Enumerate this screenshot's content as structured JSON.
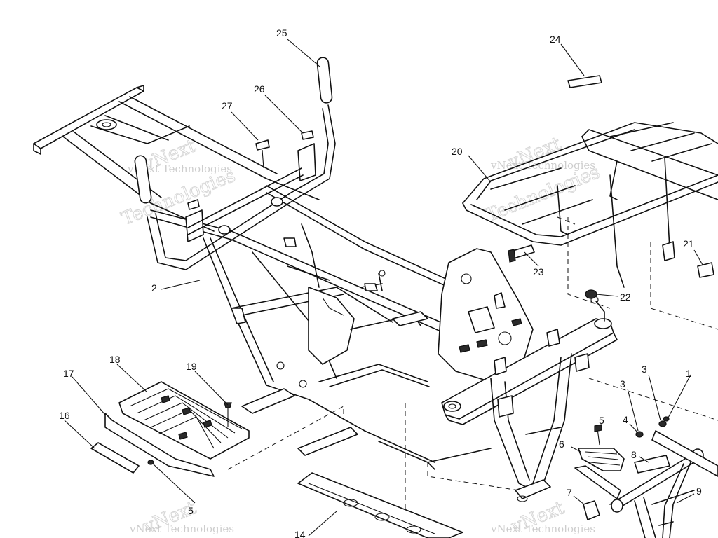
{
  "callouts": {
    "c1": "1",
    "c2": "2",
    "c3a": "3",
    "c3b": "3",
    "c4": "4",
    "c5a": "5",
    "c5b": "5",
    "c6": "6",
    "c7": "7",
    "c8": "8",
    "c9": "9",
    "c14": "14",
    "c16": "16",
    "c17": "17",
    "c18": "18",
    "c19": "19",
    "c20": "20",
    "c21": "21",
    "c22": "22",
    "c23": "23",
    "c24": "24",
    "c25": "25",
    "c26": "26",
    "c27": "27"
  },
  "watermark": {
    "line1": "vNext",
    "line2": "Technologies",
    "full": "vNext Technologies"
  }
}
